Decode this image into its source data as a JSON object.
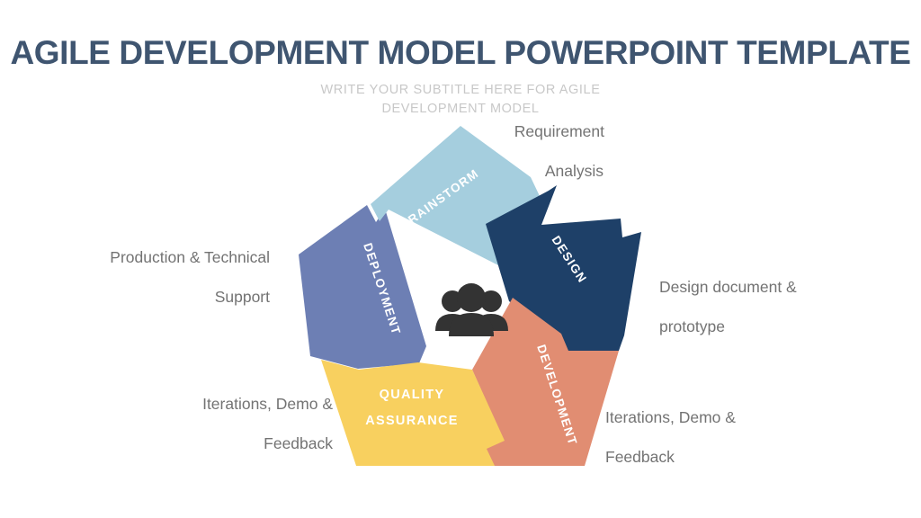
{
  "header": {
    "title": "AGILE DEVELOPMENT MODEL POWERPOINT TEMPLATE",
    "subtitle_line1": "WRITE YOUR SUBTITLE HERE FOR AGILE",
    "subtitle_line2": "DEVELOPMENT MODEL",
    "title_color": "#3f5570",
    "subtitle_color": "#c8c8c8"
  },
  "diagram": {
    "type": "pentagon-pinwheel",
    "center_icon": "group-of-people-icon",
    "center_icon_color": "#333333",
    "segments": [
      {
        "id": "brainstorm",
        "label": "BRAINSTORM",
        "color": "#a5cede",
        "position": "top"
      },
      {
        "id": "design",
        "label": "DESIGN",
        "color": "#1e4068",
        "position": "right"
      },
      {
        "id": "development",
        "label": "DEVELOPMENT",
        "color": "#e0leader",
        "position": "bottom-right"
      },
      {
        "id": "quality-assurance",
        "label_line1": "QUALITY",
        "label_line2": "ASSURANCE",
        "color": "#f8d05f",
        "position": "bottom-left"
      },
      {
        "id": "deployment",
        "label": "DEPLOYMENT",
        "color": "#6d7fb4",
        "position": "left"
      }
    ]
  },
  "callouts": {
    "requirement": {
      "line1": "Requirement",
      "line2": "Analysis"
    },
    "design": {
      "line1": "Design document &",
      "line2": "prototype"
    },
    "development": {
      "line1": "Iterations, Demo &",
      "line2": "Feedback"
    },
    "quality_assurance": {
      "line1": "Iterations, Demo &",
      "line2": "Feedback"
    },
    "deployment": {
      "line1": "Production & Technical",
      "line2": "Support"
    }
  },
  "colors": {
    "brainstorm": "#a5cede",
    "design": "#1e4068",
    "development": "#e18d72",
    "quality_assurance": "#f8d05f",
    "deployment": "#6d7fb4",
    "callout_text": "#737373",
    "background": "#ffffff"
  }
}
